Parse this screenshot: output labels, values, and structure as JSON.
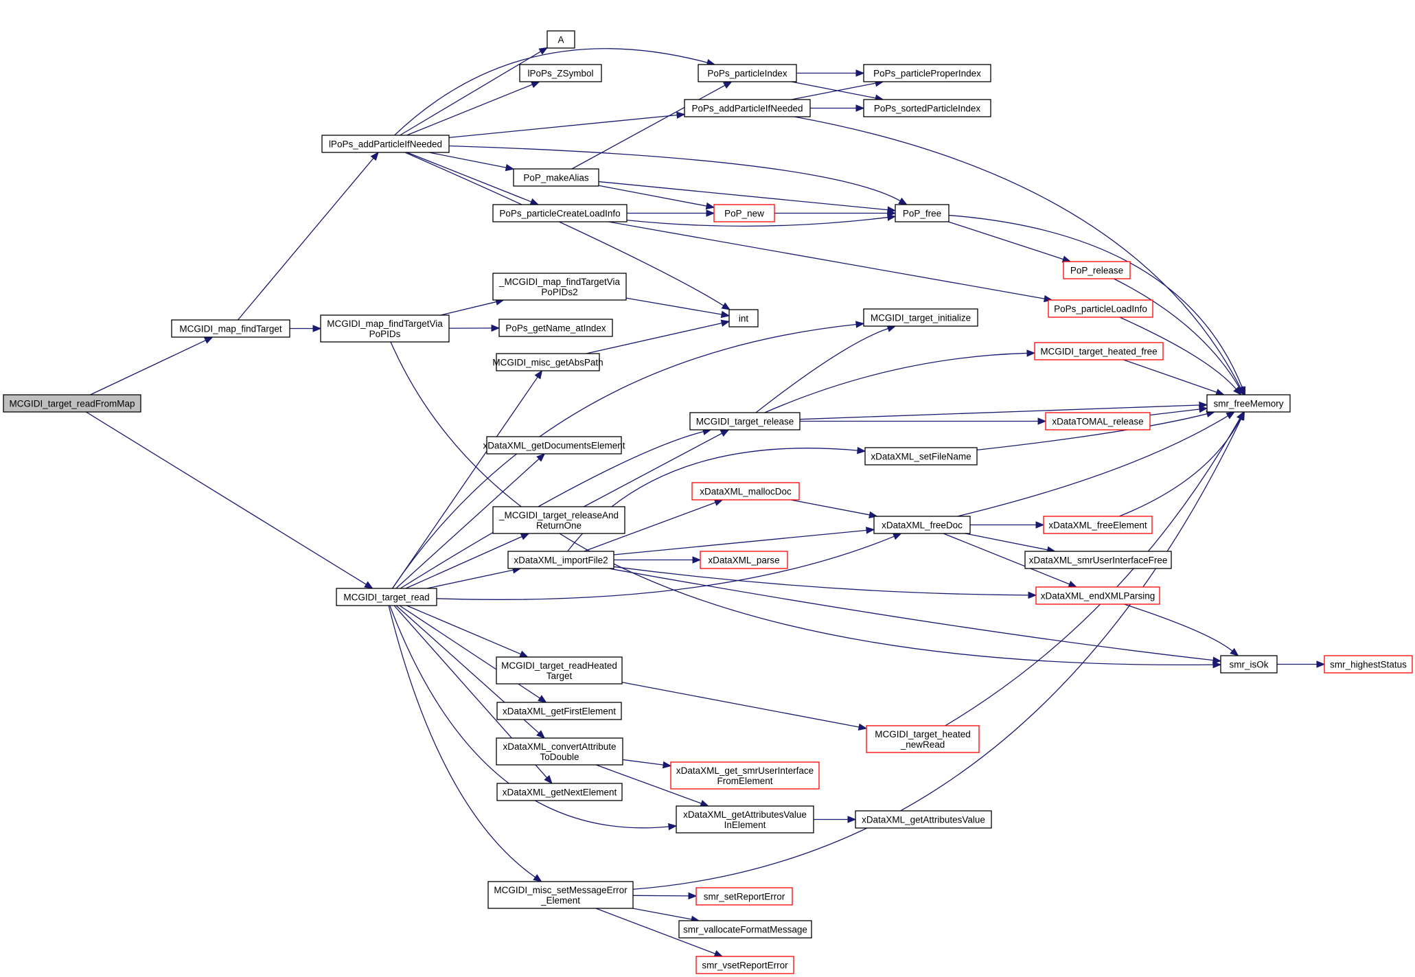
{
  "graph": {
    "nodes": [
      {
        "id": "root",
        "label": [
          "MCGIDI_target_readFromMap"
        ],
        "kind": "root"
      },
      {
        "id": "mft",
        "label": [
          "MCGIDI_map_findTarget"
        ],
        "kind": "normal"
      },
      {
        "id": "mftp",
        "label": [
          "MCGIDI_map_findTargetVia",
          "PoPIDs"
        ],
        "kind": "normal"
      },
      {
        "id": "tread",
        "label": [
          "MCGIDI_target_read"
        ],
        "kind": "normal"
      },
      {
        "id": "lpap",
        "label": [
          "lPoPs_addParticleIfNeeded"
        ],
        "kind": "normal"
      },
      {
        "id": "A",
        "label": [
          "A"
        ],
        "kind": "normal"
      },
      {
        "id": "lzs",
        "label": [
          "lPoPs_ZSymbol"
        ],
        "kind": "normal"
      },
      {
        "id": "ppi",
        "label": [
          "PoPs_particleIndex"
        ],
        "kind": "normal"
      },
      {
        "id": "pppi",
        "label": [
          "PoPs_particleProperIndex"
        ],
        "kind": "normal"
      },
      {
        "id": "papn",
        "label": [
          "PoPs_addParticleIfNeeded"
        ],
        "kind": "normal"
      },
      {
        "id": "pspi",
        "label": [
          "PoPs_sortedParticleIndex"
        ],
        "kind": "normal"
      },
      {
        "id": "pma",
        "label": [
          "PoP_makeAlias"
        ],
        "kind": "normal"
      },
      {
        "id": "ppcli",
        "label": [
          "PoPs_particleCreateLoadInfo"
        ],
        "kind": "normal"
      },
      {
        "id": "pnew",
        "label": [
          "PoP_new"
        ],
        "kind": "truncated"
      },
      {
        "id": "pfree",
        "label": [
          "PoP_free"
        ],
        "kind": "normal"
      },
      {
        "id": "prel",
        "label": [
          "PoP_release"
        ],
        "kind": "truncated"
      },
      {
        "id": "ppli",
        "label": [
          "PoPs_particleLoadInfo"
        ],
        "kind": "truncated"
      },
      {
        "id": "mftp2",
        "label": [
          "_MCGIDI_map_findTargetVia",
          "PoPIDs2"
        ],
        "kind": "normal"
      },
      {
        "id": "pgni",
        "label": [
          "PoPs_getName_atIndex"
        ],
        "kind": "normal"
      },
      {
        "id": "int",
        "label": [
          "int"
        ],
        "kind": "normal"
      },
      {
        "id": "mgap",
        "label": [
          "MCGIDI_misc_getAbsPath"
        ],
        "kind": "normal"
      },
      {
        "id": "mti",
        "label": [
          "MCGIDI_target_initialize"
        ],
        "kind": "normal"
      },
      {
        "id": "mthf",
        "label": [
          "MCGIDI_target_heated_free"
        ],
        "kind": "truncated"
      },
      {
        "id": "mtr",
        "label": [
          "MCGIDI_target_release"
        ],
        "kind": "normal"
      },
      {
        "id": "sfm",
        "label": [
          "smr_freeMemory"
        ],
        "kind": "normal"
      },
      {
        "id": "xtr",
        "label": [
          "xDataTOMAL_release"
        ],
        "kind": "truncated"
      },
      {
        "id": "xgde",
        "label": [
          "xDataXML_getDocumentsElement"
        ],
        "kind": "normal"
      },
      {
        "id": "xsfn",
        "label": [
          "xDataXML_setFileName"
        ],
        "kind": "normal"
      },
      {
        "id": "mtro",
        "label": [
          "_MCGIDI_target_releaseAnd",
          "ReturnOne"
        ],
        "kind": "normal"
      },
      {
        "id": "xmd",
        "label": [
          "xDataXML_mallocDoc"
        ],
        "kind": "truncated"
      },
      {
        "id": "xfd",
        "label": [
          "xDataXML_freeDoc"
        ],
        "kind": "normal"
      },
      {
        "id": "xfe",
        "label": [
          "xDataXML_freeElement"
        ],
        "kind": "truncated"
      },
      {
        "id": "xif2",
        "label": [
          "xDataXML_importFile2"
        ],
        "kind": "normal"
      },
      {
        "id": "xparse",
        "label": [
          "xDataXML_parse"
        ],
        "kind": "truncated"
      },
      {
        "id": "xsuif",
        "label": [
          "xDataXML_smrUserInterfaceFree"
        ],
        "kind": "normal"
      },
      {
        "id": "xexp",
        "label": [
          "xDataXML_endXMLParsing"
        ],
        "kind": "truncated"
      },
      {
        "id": "sok",
        "label": [
          "smr_isOk"
        ],
        "kind": "normal"
      },
      {
        "id": "shs",
        "label": [
          "smr_highestStatus"
        ],
        "kind": "truncated"
      },
      {
        "id": "mtrh",
        "label": [
          "MCGIDI_target_readHeated",
          "Target"
        ],
        "kind": "normal"
      },
      {
        "id": "xgfe",
        "label": [
          "xDataXML_getFirstElement"
        ],
        "kind": "normal"
      },
      {
        "id": "mthn",
        "label": [
          "MCGIDI_target_heated",
          "_newRead"
        ],
        "kind": "truncated"
      },
      {
        "id": "xcad",
        "label": [
          "xDataXML_convertAttribute",
          "ToDouble"
        ],
        "kind": "normal"
      },
      {
        "id": "xgsui",
        "label": [
          "xDataXML_get_smrUserInterface",
          "FromElement"
        ],
        "kind": "truncated"
      },
      {
        "id": "xgne",
        "label": [
          "xDataXML_getNextElement"
        ],
        "kind": "normal"
      },
      {
        "id": "xgavie",
        "label": [
          "xDataXML_getAttributesValue",
          "InElement"
        ],
        "kind": "normal"
      },
      {
        "id": "xgav",
        "label": [
          "xDataXML_getAttributesValue"
        ],
        "kind": "normal"
      },
      {
        "id": "mmse",
        "label": [
          "MCGIDI_misc_setMessageError",
          "_Element"
        ],
        "kind": "normal"
      },
      {
        "id": "sre",
        "label": [
          "smr_setReportError"
        ],
        "kind": "truncated"
      },
      {
        "id": "svfm",
        "label": [
          "smr_vallocateFormatMessage"
        ],
        "kind": "normal"
      },
      {
        "id": "svre",
        "label": [
          "smr_vsetReportError"
        ],
        "kind": "truncated"
      }
    ],
    "edges": [
      [
        "root",
        "mft"
      ],
      [
        "root",
        "tread"
      ],
      [
        "mft",
        "lpap"
      ],
      [
        "mft",
        "mftp"
      ],
      [
        "lpap",
        "ppi"
      ],
      [
        "lpap",
        "A"
      ],
      [
        "lpap",
        "lzs"
      ],
      [
        "lpap",
        "papn"
      ],
      [
        "lpap",
        "pfree"
      ],
      [
        "lpap",
        "pma"
      ],
      [
        "lpap",
        "ppcli"
      ],
      [
        "lpap",
        "int"
      ],
      [
        "ppi",
        "pppi"
      ],
      [
        "ppi",
        "pspi"
      ],
      [
        "papn",
        "pppi"
      ],
      [
        "papn",
        "pspi"
      ],
      [
        "papn",
        "sfm"
      ],
      [
        "pma",
        "ppi"
      ],
      [
        "pma",
        "pnew"
      ],
      [
        "pma",
        "pfree"
      ],
      [
        "ppcli",
        "pnew"
      ],
      [
        "ppcli",
        "pfree"
      ],
      [
        "ppcli",
        "ppli"
      ],
      [
        "pnew",
        "pfree"
      ],
      [
        "pfree",
        "sfm"
      ],
      [
        "pfree",
        "prel"
      ],
      [
        "prel",
        "sfm"
      ],
      [
        "ppli",
        "sfm"
      ],
      [
        "mftp",
        "mftp2"
      ],
      [
        "mftp",
        "pgni"
      ],
      [
        "mftp",
        "sok"
      ],
      [
        "mftp2",
        "int"
      ],
      [
        "mgap",
        "int"
      ],
      [
        "tread",
        "mgap"
      ],
      [
        "tread",
        "mti"
      ],
      [
        "tread",
        "xgde"
      ],
      [
        "tread",
        "mtr"
      ],
      [
        "tread",
        "mtro"
      ],
      [
        "tread",
        "xif2"
      ],
      [
        "tread",
        "xfd"
      ],
      [
        "tread",
        "mtrh"
      ],
      [
        "tread",
        "xgfe"
      ],
      [
        "tread",
        "xcad"
      ],
      [
        "tread",
        "xgne"
      ],
      [
        "tread",
        "xgavie"
      ],
      [
        "tread",
        "mmse"
      ],
      [
        "mtr",
        "mti"
      ],
      [
        "mtr",
        "mthf"
      ],
      [
        "mtr",
        "sfm"
      ],
      [
        "mtr",
        "xtr"
      ],
      [
        "mthf",
        "sfm"
      ],
      [
        "xtr",
        "sfm"
      ],
      [
        "mtro",
        "mtr"
      ],
      [
        "xif2",
        "xsfn"
      ],
      [
        "xif2",
        "xmd"
      ],
      [
        "xif2",
        "xfd"
      ],
      [
        "xif2",
        "xparse"
      ],
      [
        "xif2",
        "xexp"
      ],
      [
        "xif2",
        "sok"
      ],
      [
        "xsfn",
        "sfm"
      ],
      [
        "xmd",
        "xfd"
      ],
      [
        "xfd",
        "sfm"
      ],
      [
        "xfd",
        "xfe"
      ],
      [
        "xfd",
        "xsuif"
      ],
      [
        "xfd",
        "xexp"
      ],
      [
        "xfe",
        "sfm"
      ],
      [
        "xexp",
        "sok"
      ],
      [
        "sok",
        "shs"
      ],
      [
        "mtrh",
        "mthn"
      ],
      [
        "mthn",
        "sfm"
      ],
      [
        "xcad",
        "xgsui"
      ],
      [
        "xcad",
        "xgavie"
      ],
      [
        "xgavie",
        "xgav"
      ],
      [
        "mmse",
        "sfm"
      ],
      [
        "mmse",
        "sre"
      ],
      [
        "mmse",
        "svfm"
      ],
      [
        "mmse",
        "svre"
      ]
    ]
  }
}
